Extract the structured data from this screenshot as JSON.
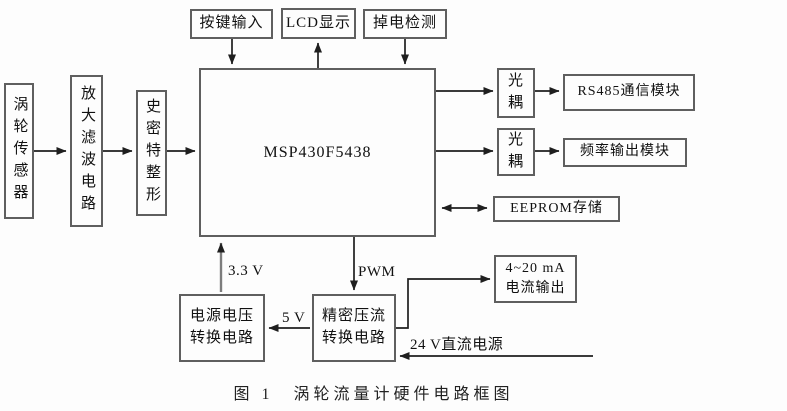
{
  "figure": {
    "caption": "图 1　涡轮流量计硬件电路框图"
  },
  "blocks": {
    "turbine_sensor": "涡轮传感器",
    "amp_filter": "放大滤波电路",
    "schmitt_shaper": "史密特整形",
    "mcu": "MSP430F5438",
    "key_input": "按键输入",
    "lcd_display": "LCD显示",
    "power_down_detect": "掉电检测",
    "opto1": "光\n耦",
    "opto2": "光\n耦",
    "rs485_module": "RS485通信模块",
    "freq_output_module": "频率输出模块",
    "eeprom": "EEPROM存储",
    "power_voltage_converter": "电源电压\n转换电路",
    "precision_vi_converter": "精密压流\n转换电路",
    "current_output": "4~20 mA\n电流输出"
  },
  "wire_labels": {
    "v33": "3.3 V",
    "pwm": "PWM",
    "v5": "5 V",
    "dc24": "24 V直流电源"
  },
  "connections": [
    {
      "from": "涡轮传感器",
      "to": "放大滤波电路",
      "type": "arrow"
    },
    {
      "from": "放大滤波电路",
      "to": "史密特整形",
      "type": "arrow"
    },
    {
      "from": "史密特整形",
      "to": "MSP430F5438",
      "type": "arrow"
    },
    {
      "from": "按键输入",
      "to": "MSP430F5438",
      "type": "arrow"
    },
    {
      "from": "MSP430F5438",
      "to": "LCD显示",
      "type": "arrow"
    },
    {
      "from": "掉电检测",
      "to": "MSP430F5438",
      "type": "arrow"
    },
    {
      "from": "MSP430F5438",
      "to": "光耦(上)",
      "type": "arrow"
    },
    {
      "from": "光耦(上)",
      "to": "RS485通信模块",
      "type": "arrow"
    },
    {
      "from": "MSP430F5438",
      "to": "光耦(下)",
      "type": "arrow"
    },
    {
      "from": "光耦(下)",
      "to": "频率输出模块",
      "type": "arrow"
    },
    {
      "from": "MSP430F5438",
      "to": "EEPROM存储",
      "type": "bidirectional"
    },
    {
      "from": "电源电压转换电路",
      "to": "MSP430F5438",
      "label": "3.3 V",
      "type": "arrow"
    },
    {
      "from": "MSP430F5438",
      "to": "精密压流转换电路",
      "label": "PWM",
      "type": "arrow"
    },
    {
      "from": "精密压流转换电路",
      "to": "电源电压转换电路",
      "label": "5 V",
      "type": "arrow"
    },
    {
      "from": "精密压流转换电路",
      "to": "4~20 mA电流输出",
      "type": "arrow"
    },
    {
      "from": "24 V直流电源",
      "to": "精密压流转换电路",
      "type": "arrow"
    }
  ],
  "colors": {
    "background": "#fdfdfd",
    "box_border": "#5f5f5f",
    "wire": "#1f1f1f",
    "gray_wire": "#7d7d7d",
    "text": "#111111"
  }
}
